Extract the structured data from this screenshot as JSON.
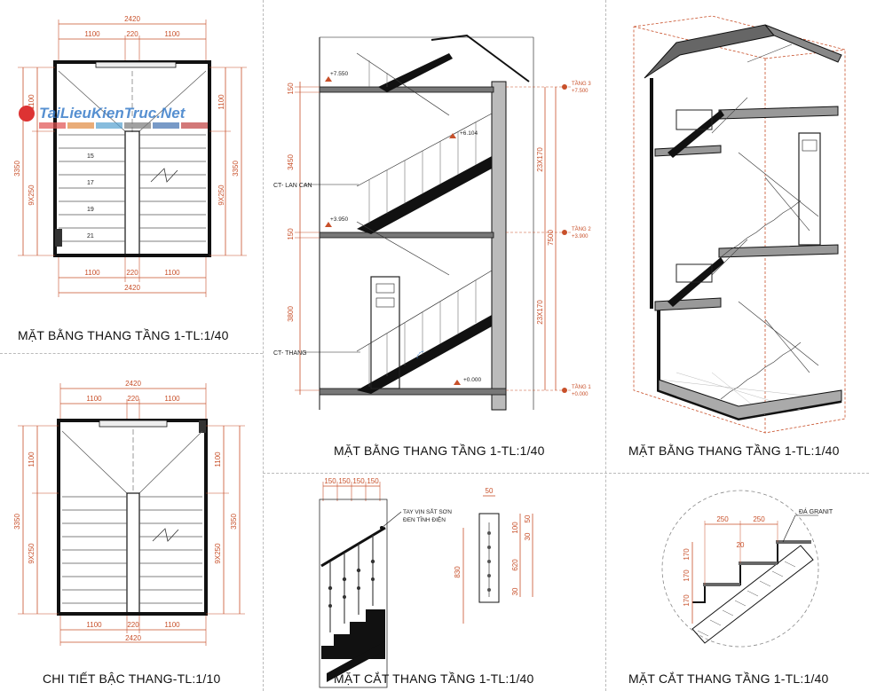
{
  "watermark": "TaiLieuKienTruc.Net",
  "captions": {
    "top_left": "MẶT BẰNG THANG TẦNG 1-TL:1/40",
    "top_mid": "MẶT BẰNG THANG TẦNG 1-TL:1/40",
    "top_right": "MẶT BẰNG THANG TẦNG 1-TL:1/40",
    "bottom_left": "CHI TIẾT BẬC THANG-TL:1/10",
    "bottom_mid": "MẶT CẮT THANG TẦNG 1-TL:1/40",
    "bottom_right": "MẶT CẮT THANG TẦNG 1-TL:1/40"
  },
  "plan1": {
    "total_width": "2420",
    "seg_a": "1100",
    "seg_b": "220",
    "seg_c": "1100",
    "height_total": "3350",
    "height_top": "1100",
    "height_steps": "9X250",
    "step_numbers": [
      "15",
      "17",
      "19",
      "21"
    ]
  },
  "plan2": {
    "total_width": "2420",
    "seg_a": "1100",
    "seg_b": "220",
    "seg_c": "1100",
    "height_total": "3350",
    "height_top": "1100",
    "height_steps": "9X250"
  },
  "section": {
    "levels": [
      "+7.550",
      "+6.104",
      "+3.950",
      "+0.000"
    ],
    "left_dims": [
      "150",
      "3450",
      "150",
      "3800"
    ],
    "right_dims": [
      "23X170",
      "7500",
      "23X170"
    ],
    "floor_labels": [
      {
        "name": "TẦNG 3",
        "elev": "+7.500"
      },
      {
        "name": "TẦNG 2",
        "elev": "+3.900"
      },
      {
        "name": "TẦNG 1",
        "elev": "+0.000"
      }
    ],
    "callout_railing": "CT- LAN CAN",
    "callout_stair": "CT- THANG"
  },
  "railing": {
    "top_dims": [
      "150",
      "150",
      "150",
      "150"
    ],
    "height": "830",
    "note_line1": "TAY VỊN SẮT SƠN",
    "note_line2": "ĐEN TĨNH ĐIỆN",
    "detail_dims": [
      "50",
      "100",
      "30",
      "50",
      "620",
      "30"
    ]
  },
  "step_detail": {
    "tread_a": "250",
    "tread_b": "250",
    "nosing": "20",
    "risers": [
      "170",
      "170",
      "170"
    ],
    "note": "ĐÁ GRANIT"
  }
}
